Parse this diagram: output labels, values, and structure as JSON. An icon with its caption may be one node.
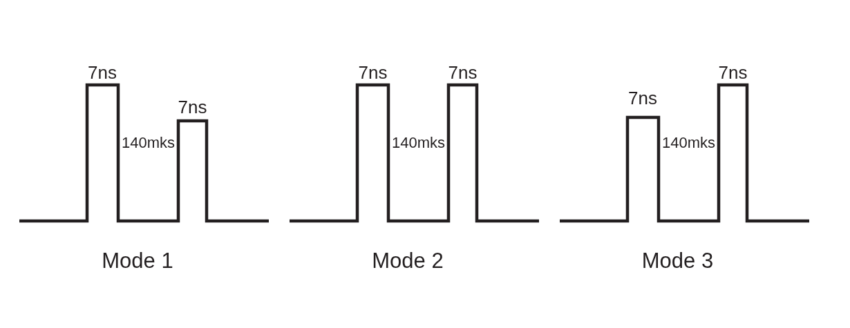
{
  "diagram": {
    "labels": [
      "7ns",
      "7ns",
      "140mks",
      "Mode 1",
      "7ns",
      "7ns",
      "140mks",
      "Mode 2",
      "7ns",
      "7ns",
      "140mks",
      "Mode 3"
    ]
  }
}
